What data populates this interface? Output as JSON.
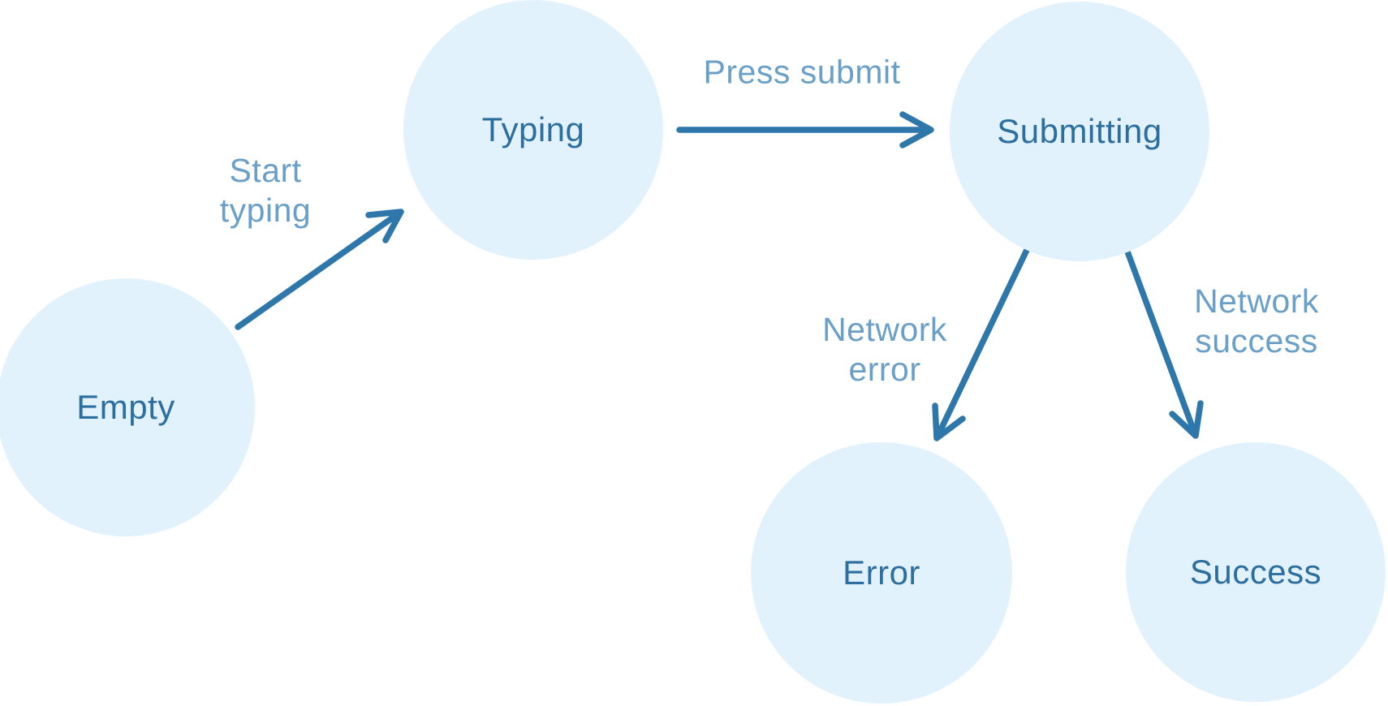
{
  "diagram": {
    "type": "state-machine",
    "background_color": "#ffffff",
    "colors": {
      "node_fill": "#e2f2fd",
      "node_text": "#2c6f9e",
      "arrow": "#2e77ab",
      "edge_label": "#6aa0c8"
    },
    "nodes": [
      {
        "id": "empty",
        "label": "Empty"
      },
      {
        "id": "typing",
        "label": "Typing"
      },
      {
        "id": "submitting",
        "label": "Submitting"
      },
      {
        "id": "error",
        "label": "Error"
      },
      {
        "id": "success",
        "label": "Success"
      }
    ],
    "edges": [
      {
        "from": "empty",
        "to": "typing",
        "label": "Start typing"
      },
      {
        "from": "typing",
        "to": "submitting",
        "label": "Press submit"
      },
      {
        "from": "submitting",
        "to": "error",
        "label": "Network error"
      },
      {
        "from": "submitting",
        "to": "success",
        "label": "Network success"
      }
    ]
  }
}
